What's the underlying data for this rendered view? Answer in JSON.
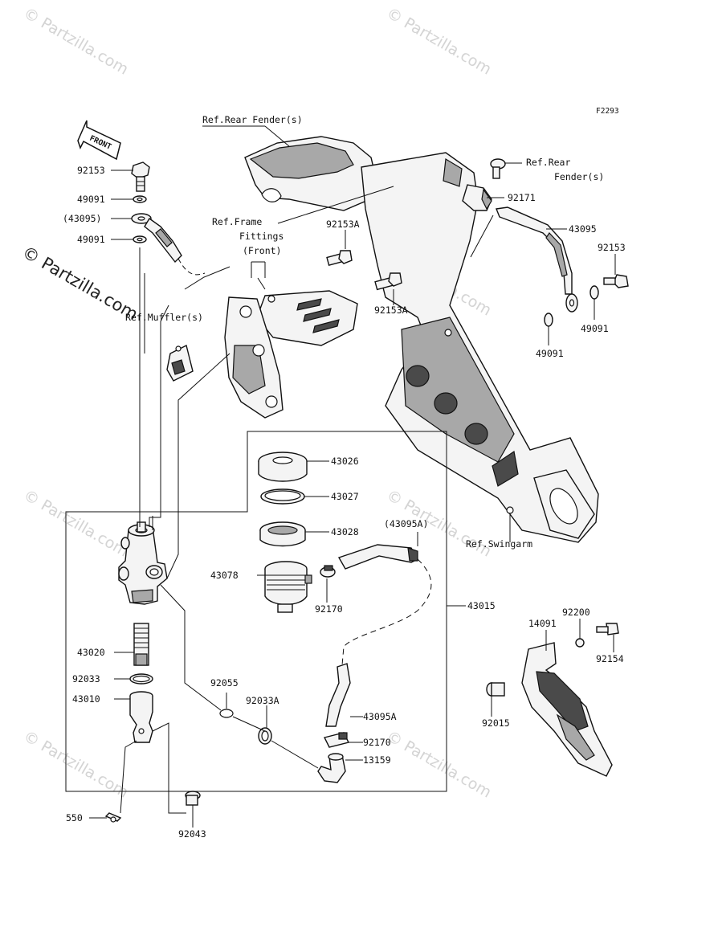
{
  "figure_code": "F2293",
  "front_arrow_label": "FRONT",
  "watermark_side": "© Partzilla.com",
  "watermark_tile": "© Partzilla.com",
  "refs": {
    "rear_fender_top": "Ref.Rear Fender(s)",
    "rear_fender_right_line1": "Ref.Rear",
    "rear_fender_right_line2": "Fender(s)",
    "frame_fittings_line1": "Ref.Frame",
    "frame_fittings_line2": "Fittings",
    "frame_fittings_line3": "(Front)",
    "muffler": "Ref.Muffler(s)",
    "swingarm": "Ref.Swingarm"
  },
  "part_labels": {
    "p92153_left": "92153",
    "p49091_left_top": "49091",
    "p43095_left": "(43095)",
    "p49091_left_bottom": "49091",
    "p92153A_top": "92153A",
    "p92153A_mid": "92153A",
    "p92171": "92171",
    "p43095_right": "43095",
    "p92153_right": "92153",
    "p49091_right_a": "49091",
    "p49091_right_b": "49091",
    "p43026": "43026",
    "p43027": "43027",
    "p43028": "43028",
    "p43095A_top": "(43095A)",
    "p43078": "43078",
    "p92170_top": "92170",
    "p43015": "43015",
    "p43020": "43020",
    "p92033": "92033",
    "p43010": "43010",
    "p92055": "92055",
    "p92033A": "92033A",
    "p43095A_bottom": "43095A",
    "p92170_bottom": "92170",
    "p13159": "13159",
    "p92200": "92200",
    "p14091": "14091",
    "p92154": "92154",
    "p92015": "92015",
    "p550": "550",
    "p92043": "92043"
  }
}
